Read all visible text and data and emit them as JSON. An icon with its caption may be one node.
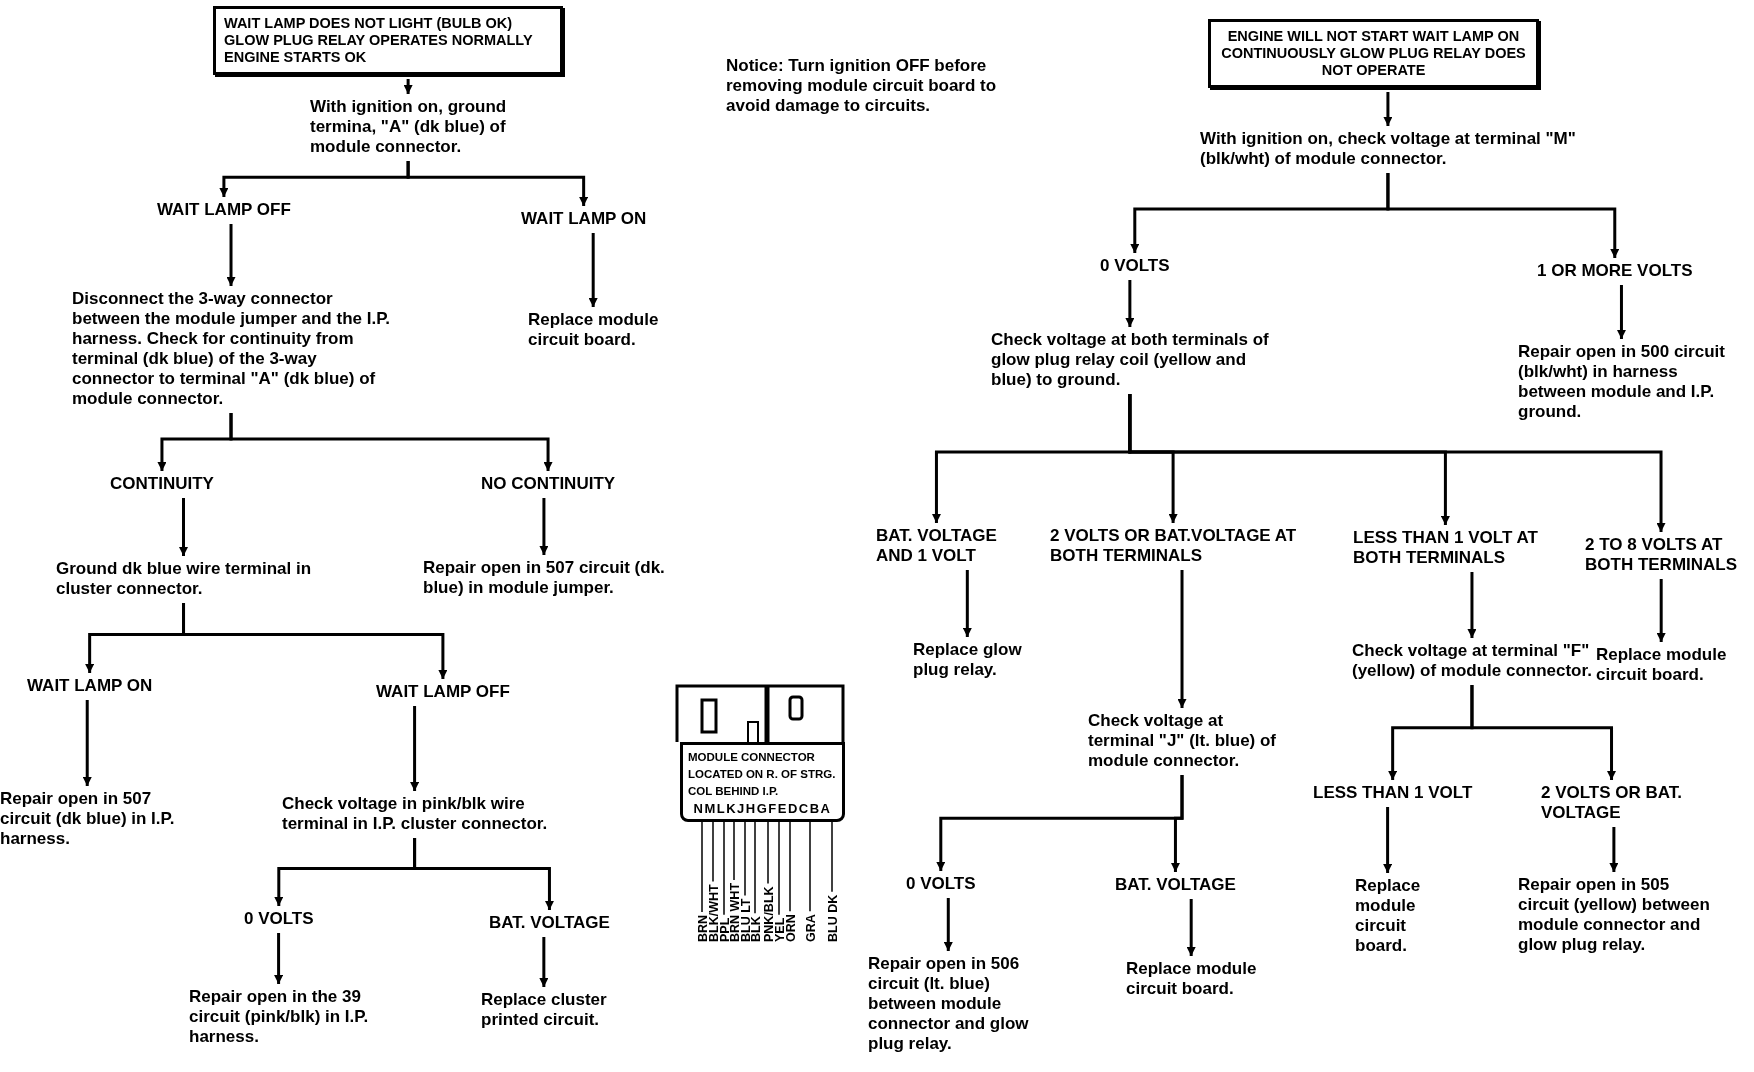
{
  "diagram": {
    "nodes": [
      {
        "text": [
          "WAIT LAMP DOES NOT LIGHT (BULB OK) GLOW PLUG RELAY OPERATES NORMALLY ENGINE STARTS OK"
        ]
      },
      {
        "text": [
          "With ignition on, ground termina, \"A\" (dk blue) of module connector."
        ]
      },
      {
        "text": [
          "WAIT LAMP OFF"
        ]
      },
      {
        "text": [
          "WAIT LAMP ON"
        ]
      },
      {
        "text": [
          "Disconnect the 3-way connector between the module jumper and the I.P. harness.  Check for continuity from terminal (dk blue) of the 3-way connector to terminal \"A\" (dk blue) of module connector."
        ]
      },
      {
        "text": [
          "Replace module circuit board."
        ]
      },
      {
        "text": [
          "CONTINUITY"
        ]
      },
      {
        "text": [
          "NO CONTINUITY"
        ]
      },
      {
        "text": [
          "Ground dk blue wire terminal in cluster connector."
        ]
      },
      {
        "text": [
          "Repair open in 507 circuit (dk. blue) in module jumper."
        ]
      },
      {
        "text": [
          "WAIT LAMP ON"
        ]
      },
      {
        "text": [
          "WAIT LAMP OFF"
        ]
      },
      {
        "text": [
          "Repair open in 507 circuit (dk blue) in I.P. harness."
        ]
      },
      {
        "text": [
          "Check voltage in pink/blk wire terminal in I.P. cluster connector."
        ]
      },
      {
        "text": [
          "0 VOLTS"
        ]
      },
      {
        "text": [
          "BAT. VOLTAGE"
        ]
      },
      {
        "text": [
          "Repair open in the 39 circuit (pink/blk) in I.P. harness."
        ]
      },
      {
        "text": [
          "Replace cluster printed circuit."
        ]
      },
      {
        "text": [
          "ENGINE WILL NOT START WAIT LAMP ON CONTINUOUSLY GLOW PLUG RELAY DOES NOT OPERATE"
        ]
      },
      {
        "text": [
          "With ignition on, check voltage at terminal \"M\" (blk/wht) of module connector."
        ]
      },
      {
        "text": [
          "0 VOLTS"
        ]
      },
      {
        "text": [
          "1 OR MORE VOLTS"
        ]
      },
      {
        "text": [
          "Check voltage at both terminals of glow plug relay coil (yellow and blue) to ground."
        ]
      },
      {
        "text": [
          "Repair open in 500 circuit (blk/wht) in harness between module and I.P. ground."
        ]
      },
      {
        "text": [
          "BAT. VOLTAGE AND 1 VOLT"
        ]
      },
      {
        "text": [
          "2 VOLTS OR BAT.VOLTAGE AT BOTH TERMINALS"
        ]
      },
      {
        "text": [
          "LESS THAN 1 VOLT AT BOTH TERMINALS"
        ]
      },
      {
        "text": [
          "2 TO 8 VOLTS AT BOTH TERMINALS"
        ]
      },
      {
        "text": [
          "Replace glow plug relay."
        ]
      },
      {
        "text": [
          "Check voltage at terminal \"J\" (lt. blue) of module connector."
        ]
      },
      {
        "text": [
          "Check voltage at terminal \"F\" (yellow) of module connector."
        ]
      },
      {
        "text": [
          "Replace module circuit board."
        ]
      },
      {
        "text": [
          "0 VOLTS"
        ]
      },
      {
        "text": [
          "BAT. VOLTAGE"
        ]
      },
      {
        "text": [
          "LESS THAN 1 VOLT"
        ]
      },
      {
        "text": [
          "2 VOLTS OR BAT. VOLTAGE"
        ]
      },
      {
        "text": [
          "Repair open in 506 circuit (lt. blue) between module connector and glow plug relay."
        ]
      },
      {
        "text": [
          "Replace module circuit board."
        ]
      },
      {
        "text": [
          "Replace module circuit board."
        ]
      },
      {
        "text": [
          "Repair open in 505 circuit (yellow) between module connector and glow plug relay."
        ]
      },
      {
        "text": [
          "MODULE CONNECTOR LOCATED ON R. OF STRG. COL BEHIND I.P.",
          "NMLKJHGFEDCBA"
        ]
      }
    ],
    "edges": [
      {
        "from": 0,
        "to": 1,
        "arrow": "to"
      },
      {
        "from": 1,
        "to": 2,
        "arrow": "to"
      },
      {
        "from": 1,
        "to": 3,
        "arrow": "to"
      },
      {
        "from": 2,
        "to": 4,
        "arrow": "to"
      },
      {
        "from": 3,
        "to": 5,
        "arrow": "to"
      },
      {
        "from": 4,
        "to": 6,
        "arrow": "to"
      },
      {
        "from": 4,
        "to": 7,
        "arrow": "to"
      },
      {
        "from": 6,
        "to": 8,
        "arrow": "to"
      },
      {
        "from": 7,
        "to": 9,
        "arrow": "to"
      },
      {
        "from": 8,
        "to": 10,
        "arrow": "to"
      },
      {
        "from": 8,
        "to": 11,
        "arrow": "to"
      },
      {
        "from": 10,
        "to": 12,
        "arrow": "to"
      },
      {
        "from": 11,
        "to": 13,
        "arrow": "to"
      },
      {
        "from": 13,
        "to": 14,
        "arrow": "to"
      },
      {
        "from": 13,
        "to": 15,
        "arrow": "to"
      },
      {
        "from": 14,
        "to": 16,
        "arrow": "to"
      },
      {
        "from": 15,
        "to": 17,
        "arrow": "to"
      },
      {
        "from": 18,
        "to": 19,
        "arrow": "to"
      },
      {
        "from": 19,
        "to": 20,
        "arrow": "to"
      },
      {
        "from": 19,
        "to": 21,
        "arrow": "to"
      },
      {
        "from": 20,
        "to": 22,
        "arrow": "to"
      },
      {
        "from": 21,
        "to": 23,
        "arrow": "to"
      },
      {
        "from": 22,
        "to": 24,
        "arrow": "to"
      },
      {
        "from": 22,
        "to": 25,
        "arrow": "to"
      },
      {
        "from": 22,
        "to": 26,
        "arrow": "to"
      },
      {
        "from": 22,
        "to": 27,
        "arrow": "to"
      },
      {
        "from": 24,
        "to": 28,
        "arrow": "to"
      },
      {
        "from": 25,
        "to": 29,
        "arrow": "to"
      },
      {
        "from": 26,
        "to": 30,
        "arrow": "to"
      },
      {
        "from": 27,
        "to": 31,
        "arrow": "to"
      },
      {
        "from": 29,
        "to": 32,
        "arrow": "to"
      },
      {
        "from": 29,
        "to": 33,
        "arrow": "to"
      },
      {
        "from": 30,
        "to": 34,
        "arrow": "to"
      },
      {
        "from": 30,
        "to": 35,
        "arrow": "to"
      },
      {
        "from": 32,
        "to": 36,
        "arrow": "to"
      },
      {
        "from": 33,
        "to": 37,
        "arrow": "to"
      },
      {
        "from": 34,
        "to": 38,
        "arrow": "to"
      },
      {
        "from": 35,
        "to": 39,
        "arrow": "to"
      }
    ],
    "labels": [
      "Notice:  Turn ignition OFF before removing module circuit board to avoid damage to circuits.",
      "BRN",
      "BLK/WHT",
      "PPL",
      "BRN WHT",
      "BLU LT",
      "BLK",
      "PNK/BLK",
      "YEL",
      "ORN",
      "GRA",
      "BLU DK"
    ]
  }
}
